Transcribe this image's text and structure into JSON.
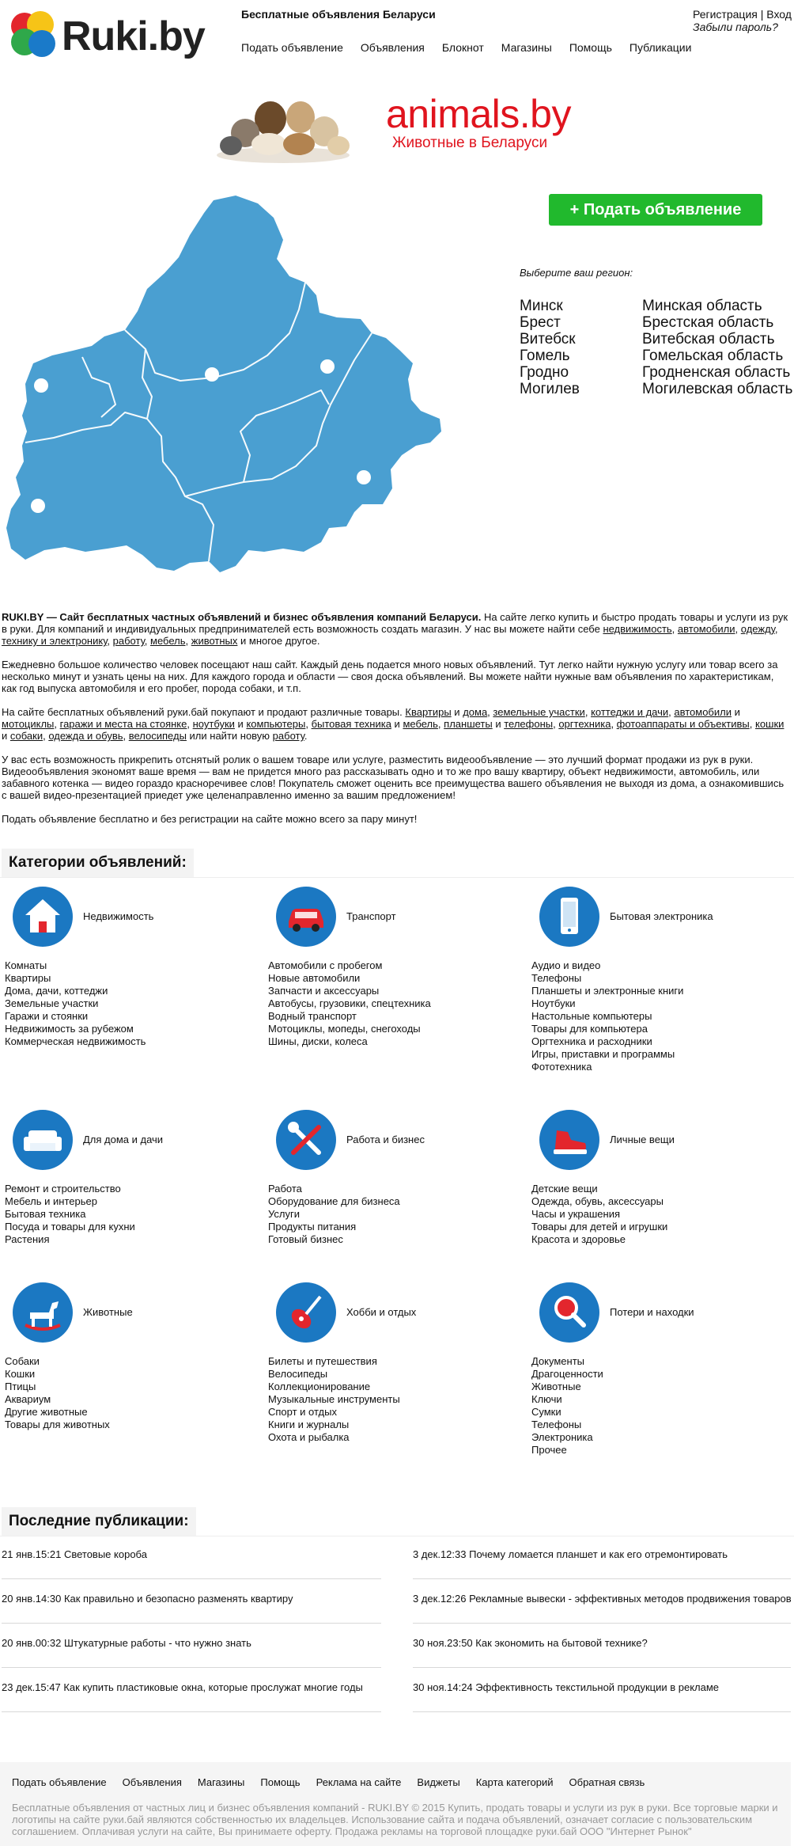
{
  "header": {
    "logo_text": "Ruki.by",
    "tagline": "Бесплатные объявления Беларуси",
    "nav": [
      "Подать объявление",
      "Объявления",
      "Блокнот",
      "Магазины",
      "Помощь",
      "Публикации"
    ],
    "register": "Регистрация",
    "separator": "|",
    "login": "Вход",
    "forgot": "Забыли пароль?"
  },
  "banner": {
    "brand": "animals.by",
    "subtitle": "Животные в Беларуси"
  },
  "map": {
    "post_ad_button": "+ Подать объявление",
    "choose_region": "Выберите ваш регион:",
    "cities": [
      "Минск",
      "Брест",
      "Витебск",
      "Гомель",
      "Гродно",
      "Могилев"
    ],
    "regions": [
      "Минская область",
      "Брестская область",
      "Витебская область",
      "Гомельская область",
      "Гродненская область",
      "Могилевская область"
    ],
    "color": "#4a9fd1"
  },
  "intro": {
    "p1_bold": "RUKI.BY — Сайт бесплатных частных объявлений и бизнес объявления компаний Беларуси.",
    "p1_text": " На сайте легко купить и быстро продать товары и услуги из рук в руки. Для компаний и индивидуальных предпринимателей есть возможность создать магазин. У нас вы можете найти себе ",
    "p1_links": [
      "недвижимость",
      "автомобили",
      "одежду",
      "технику и электронику",
      "работу",
      "мебель",
      "животных"
    ],
    "p1_end": " и многое другое.",
    "p2": "Ежедневно большое количество человек посещают наш сайт. Каждый день подается много новых объявлений. Тут легко найти нужную услугу или товар всего за несколько минут и узнать цены на них. Для каждого города и области — своя доска объявлений. Вы можете найти нужные вам объявления по характеристикам, как год выпуска автомобиля и его пробег, порода собаки, и т.п.",
    "p3_start": "На сайте бесплатных объявлений руки.бай покупают и продают различные товары. ",
    "p3_links": [
      "Квартиры",
      "дома",
      "земельные участки",
      "коттеджи и дачи",
      "автомобили",
      "мотоциклы",
      "гаражи и места на стоянке",
      "ноутбуки",
      "компьютеры",
      "бытовая техника",
      "мебель",
      "планшеты",
      "телефоны",
      "оргтехника",
      "фотоаппараты и объективы",
      "кошки",
      "собаки",
      "одежда и обувь",
      "велосипеды",
      "работу"
    ],
    "p3_end": " или найти новую ",
    "p4": "У вас есть возможность прикрепить отснятый ролик о вашем товаре или услуге, разместить видеообъявление — это лучший формат продажи из рук в руки. Видеообъявления экономят ваше время — вам не придется много раз рассказывать одно и то же про вашу квартиру, объект недвижимости, автомобиль, или забавного котенка — видео гораздо красноречивее слов! Покупатель сможет оценить все преимущества вашего объявления не выходя из дома, а ознакомившись с вашей видео-презентацией приедет уже целенаправленно именно за вашим предложением!",
    "p5": "Подать объявление бесплатно и без регистрации на сайте можно всего за пару минут!"
  },
  "categories_title": "Категории объявлений:",
  "categories": [
    {
      "name": "Недвижимость",
      "icon": "house-icon",
      "items": [
        "Комнаты",
        "Квартиры",
        "Дома, дачи, коттеджи",
        "Земельные участки",
        "Гаражи и стоянки",
        "Недвижимость за рубежом",
        "Коммерческая недвижимость"
      ]
    },
    {
      "name": "Транспорт",
      "icon": "car-icon",
      "items": [
        "Автомобили с пробегом",
        "Новые автомобили",
        "Запчасти и аксессуары",
        "Автобусы, грузовики, спецтехника",
        "Водный транспорт",
        "Мотоциклы, мопеды, снегоходы",
        "Шины, диски, колеса"
      ]
    },
    {
      "name": "Бытовая электроника",
      "icon": "phone-icon",
      "items": [
        "Аудио и видео",
        "Телефоны",
        "Планшеты и электронные книги",
        "Ноутбуки",
        "Настольные компьютеры",
        "Товары для компьютера",
        "Оргтехника и расходники",
        "Игры, приставки и программы",
        "Фототехника"
      ]
    },
    {
      "name": "Для дома и дачи",
      "icon": "sofa-icon",
      "items": [
        "Ремонт и строительство",
        "Мебель и интерьер",
        "Бытовая техника",
        "Посуда и товары для кухни",
        "Растения"
      ]
    },
    {
      "name": "Работа и бизнес",
      "icon": "tools-icon",
      "items": [
        "Работа",
        "Оборудование для бизнеса",
        "Услуги",
        "Продукты питания",
        "Готовый бизнес"
      ]
    },
    {
      "name": "Личные вещи",
      "icon": "sneaker-icon",
      "items": [
        "Детские вещи",
        "Одежда, обувь, аксессуары",
        "Часы и украшения",
        "Товары для детей и игрушки",
        "Красота и здоровье"
      ]
    },
    {
      "name": "Животные",
      "icon": "rocking-horse-icon",
      "items": [
        "Собаки",
        "Кошки",
        "Птицы",
        "Аквариум",
        "Другие животные",
        "Товары для животных"
      ]
    },
    {
      "name": "Хобби и отдых",
      "icon": "guitar-icon",
      "items": [
        "Билеты и путешествия",
        "Велосипеды",
        "Коллекционирование",
        "Музыкальные инструменты",
        "Спорт и отдых",
        "Книги и журналы",
        "Охота и рыбалка"
      ]
    },
    {
      "name": "Потери и находки",
      "icon": "magnifier-icon",
      "items": [
        "Документы",
        "Драгоценности",
        "Животные",
        "Ключи",
        "Сумки",
        "Телефоны",
        "Электроника",
        "Прочее"
      ]
    }
  ],
  "publications_title": "Последние публикации:",
  "publications_left": [
    "21 янв.15:21 Световые короба",
    "20 янв.14:30 Как правильно и безопасно разменять квартиру",
    "20 янв.00:32 Штукатурные работы - что нужно знать",
    "23 дек.15:47 Как купить пластиковые окна, которые прослужат многие годы"
  ],
  "publications_right": [
    "3 дек.12:33 Почему ломается планшет и как его отремонтировать",
    "3 дек.12:26 Рекламные вывески - эффективных методов продвижения товаров",
    "30 ноя.23:50 Как экономить на бытовой технике?",
    "30 ноя.14:24 Эффективность текстильной продукции в рекламе"
  ],
  "footer": {
    "nav": [
      "Подать объявление",
      "Объявления",
      "Магазины",
      "Помощь",
      "Реклама на сайте",
      "Виджеты",
      "Карта категорий",
      "Обратная связь"
    ],
    "link1": "Бесплатные объявления",
    "t1": " от частных лиц и бизнес ",
    "link2": "объявления",
    "t2": " компаний - RUKI.BY © 2015 Купить, продать товары и услуги ",
    "link3": "из рук в руки",
    "t3": ". Все торговые марки и логотипы на сайте руки.бай являются собственностью их владельцев. Использование сайта и подача объявлений, означает согласие с пользовательским соглашением. Оплачивая услуги на сайте, Вы принимаете оферту. Продажа рекламы на торговой площадке руки.бай ООО \"Интернет Рынок\""
  },
  "colors": {
    "accent_green": "#21b92d",
    "category_blue": "#1b78c2",
    "banner_red": "#e0141e"
  }
}
